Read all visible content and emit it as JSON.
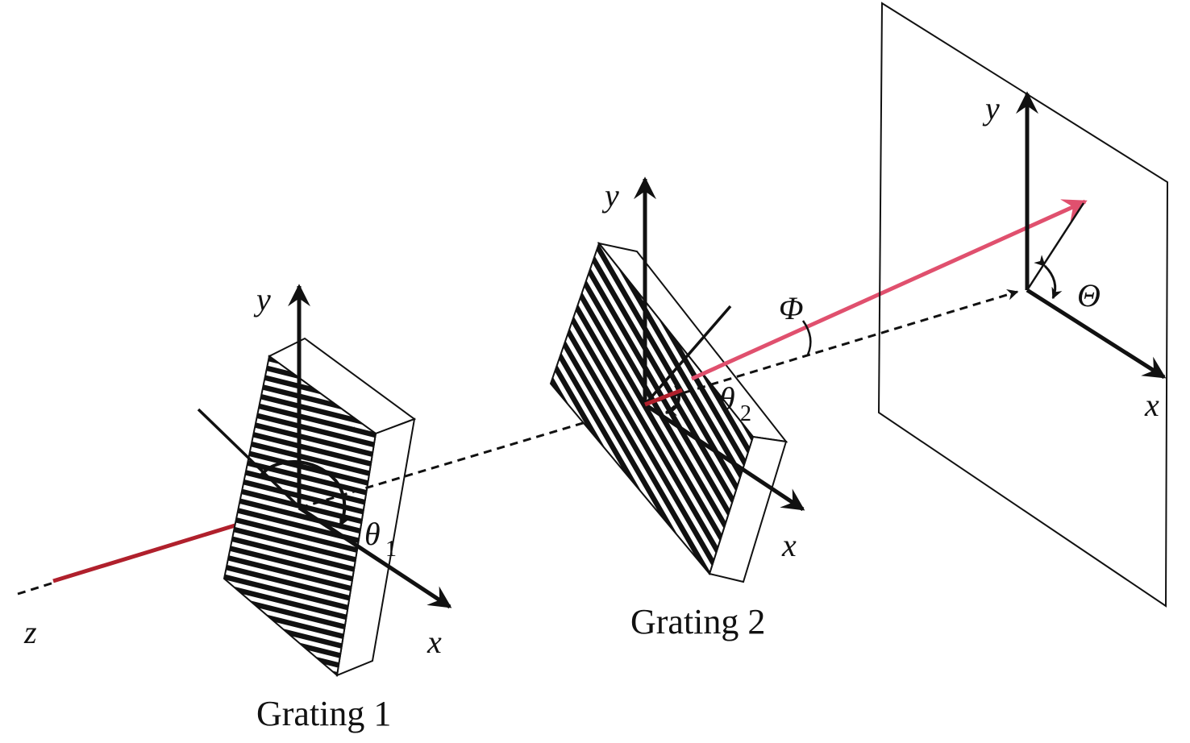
{
  "labels": {
    "z_axis": "z",
    "grating1_title": "Grating 1",
    "grating1_y": "y",
    "grating1_x": "x",
    "theta1_symbol": "θ",
    "theta1_sub": "1",
    "grating2_title": "Grating 2",
    "grating2_y": "y",
    "grating2_x": "x",
    "theta2_symbol": "θ",
    "theta2_sub": "2",
    "phi": "Φ",
    "screen_y": "y",
    "screen_x": "x",
    "big_theta": "Θ"
  },
  "colors": {
    "incident_beam": "#b0202c",
    "output_beam": "#e0506e",
    "ink": "#111111",
    "hatch": "#111111"
  }
}
